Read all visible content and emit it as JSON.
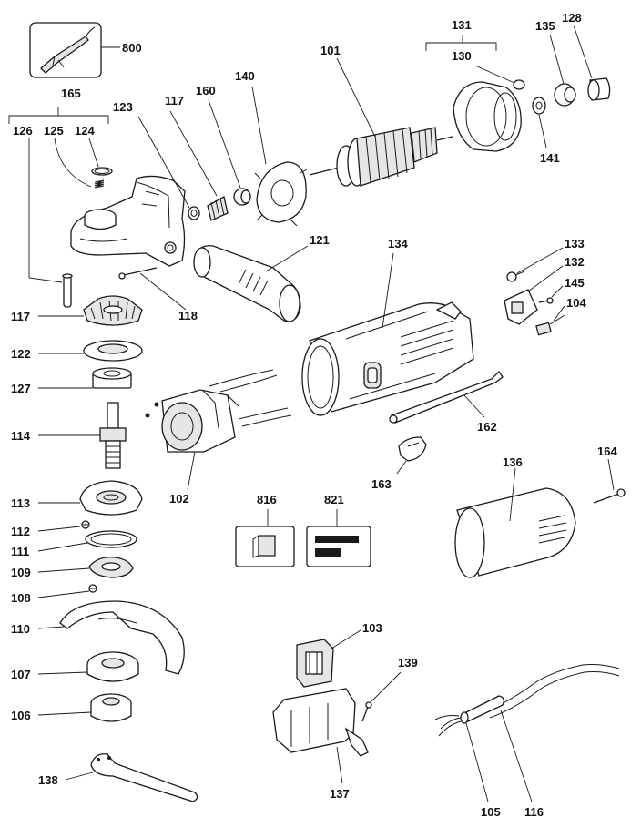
{
  "labels": {
    "p800": "800",
    "p165": "165",
    "p126": "126",
    "p125": "125",
    "p124": "124",
    "p123": "123",
    "p117a": "117",
    "p160": "160",
    "p140": "140",
    "p101": "101",
    "p131": "131",
    "p130": "130",
    "p135": "135",
    "p128": "128",
    "p141": "141",
    "p121": "121",
    "p134": "134",
    "p133": "133",
    "p132": "132",
    "p145": "145",
    "p104": "104",
    "p117b": "117",
    "p118": "118",
    "p122": "122",
    "p127": "127",
    "p114": "114",
    "p102": "102",
    "p162": "162",
    "p163": "163",
    "p136": "136",
    "p164": "164",
    "p113": "113",
    "p112": "112",
    "p111": "111",
    "p109": "109",
    "p108": "108",
    "p816": "816",
    "p821": "821",
    "p110": "110",
    "p107": "107",
    "p103": "103",
    "p139": "139",
    "p106": "106",
    "p138": "138",
    "p137": "137",
    "p105": "105",
    "p116": "116"
  }
}
